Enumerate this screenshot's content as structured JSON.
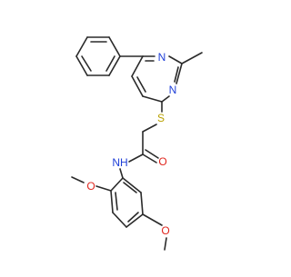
{
  "molecule": {
    "atoms": {
      "n_pyr_top": "N",
      "n_pyr_bottom": "N",
      "s_thioether": "S",
      "o_carbonyl": "O",
      "nh_amide": "NH",
      "o_methoxy_top": "O",
      "o_methoxy_bottom": "O"
    },
    "colors": {
      "bond": "#2a2a2a",
      "nitrogen": "#1f3fd8",
      "sulfur": "#b8a000",
      "oxygen": "#e0261e"
    }
  }
}
